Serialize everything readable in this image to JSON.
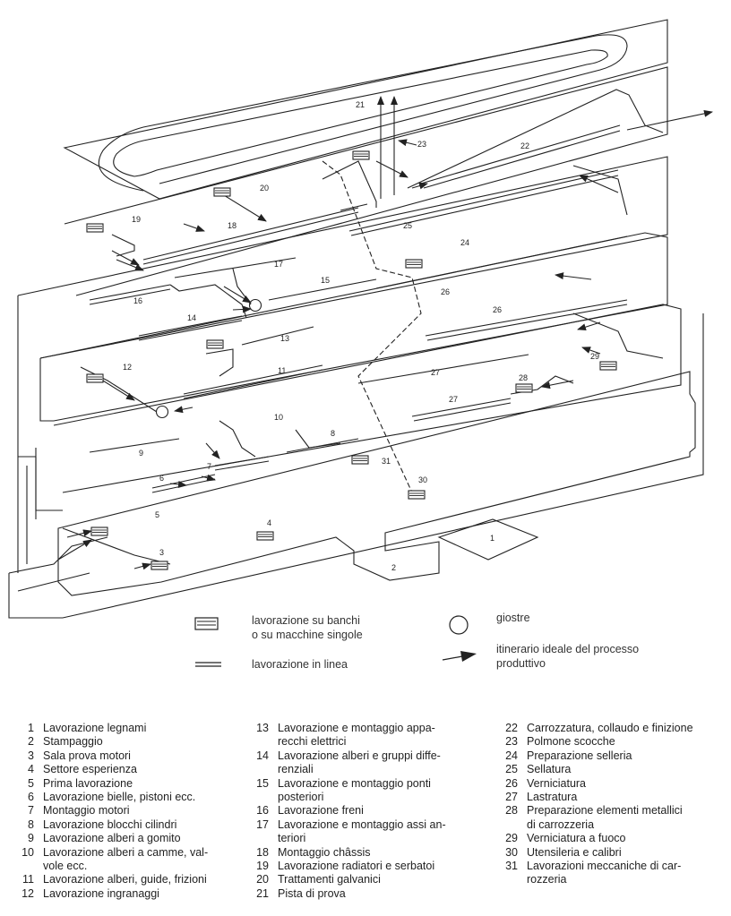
{
  "diagram": {
    "labels": [
      "1",
      "2",
      "3",
      "4",
      "5",
      "6",
      "7",
      "8",
      "9",
      "10",
      "11",
      "12",
      "13",
      "14",
      "15",
      "16",
      "17",
      "18",
      "19",
      "20",
      "21",
      "22",
      "23",
      "24",
      "25",
      "26",
      "26",
      "27",
      "27",
      "28",
      "29",
      "30",
      "31"
    ]
  },
  "legend": {
    "bench": {
      "line1": "lavorazione su banchi",
      "line2": "o su macchine singole"
    },
    "line": "lavorazione in linea",
    "carousel": "giostre",
    "flow": {
      "line1": "itinerario ideale del processo",
      "line2": "produttivo"
    }
  },
  "key": {
    "col1": [
      {
        "num": "1",
        "lines": [
          "Lavorazione legnami"
        ]
      },
      {
        "num": "2",
        "lines": [
          "Stampaggio"
        ]
      },
      {
        "num": "3",
        "lines": [
          "Sala prova motori"
        ]
      },
      {
        "num": "4",
        "lines": [
          "Settore esperienza"
        ]
      },
      {
        "num": "5",
        "lines": [
          "Prima lavorazione"
        ]
      },
      {
        "num": "6",
        "lines": [
          "Lavorazione bielle, pistoni ecc."
        ]
      },
      {
        "num": "7",
        "lines": [
          "Montaggio motori"
        ]
      },
      {
        "num": "8",
        "lines": [
          "Lavorazione blocchi cilindri"
        ]
      },
      {
        "num": "9",
        "lines": [
          "Lavorazione alberi a gomito"
        ]
      },
      {
        "num": "10",
        "lines": [
          "Lavorazione alberi a camme, val-",
          "vole ecc."
        ]
      },
      {
        "num": "11",
        "lines": [
          "Lavorazione alberi, guide, frizioni"
        ]
      },
      {
        "num": "12",
        "lines": [
          "Lavorazione ingranaggi"
        ]
      }
    ],
    "col2": [
      {
        "num": "13",
        "lines": [
          "Lavorazione e montaggio appa-",
          "recchi elettrici"
        ]
      },
      {
        "num": "14",
        "lines": [
          "Lavorazione alberi e gruppi diffe-",
          "renziali"
        ]
      },
      {
        "num": "15",
        "lines": [
          "Lavorazione e montaggio ponti",
          "posteriori"
        ]
      },
      {
        "num": "16",
        "lines": [
          "Lavorazione freni"
        ]
      },
      {
        "num": "17",
        "lines": [
          "Lavorazione e montaggio assi an-",
          "teriori"
        ]
      },
      {
        "num": "18",
        "lines": [
          "Montaggio châssis"
        ]
      },
      {
        "num": "19",
        "lines": [
          "Lavorazione radiatori e serbatoi"
        ]
      },
      {
        "num": "20",
        "lines": [
          "Trattamenti galvanici"
        ]
      },
      {
        "num": "21",
        "lines": [
          "Pista di prova"
        ]
      }
    ],
    "col3": [
      {
        "num": "22",
        "lines": [
          "Carrozzatura, collaudo e finizione"
        ]
      },
      {
        "num": "23",
        "lines": [
          "Polmone scocche"
        ]
      },
      {
        "num": "24",
        "lines": [
          "Preparazione selleria"
        ]
      },
      {
        "num": "25",
        "lines": [
          "Sellatura"
        ]
      },
      {
        "num": "26",
        "lines": [
          "Verniciatura"
        ]
      },
      {
        "num": "27",
        "lines": [
          "Lastratura"
        ]
      },
      {
        "num": "28",
        "lines": [
          "Preparazione elementi metallici",
          "di carrozzeria"
        ]
      },
      {
        "num": "29",
        "lines": [
          "Verniciatura a fuoco"
        ]
      },
      {
        "num": "30",
        "lines": [
          "Utensileria e calibri"
        ]
      },
      {
        "num": "31",
        "lines": [
          "Lavorazioni meccaniche di car-",
          "rozzeria"
        ]
      }
    ]
  }
}
